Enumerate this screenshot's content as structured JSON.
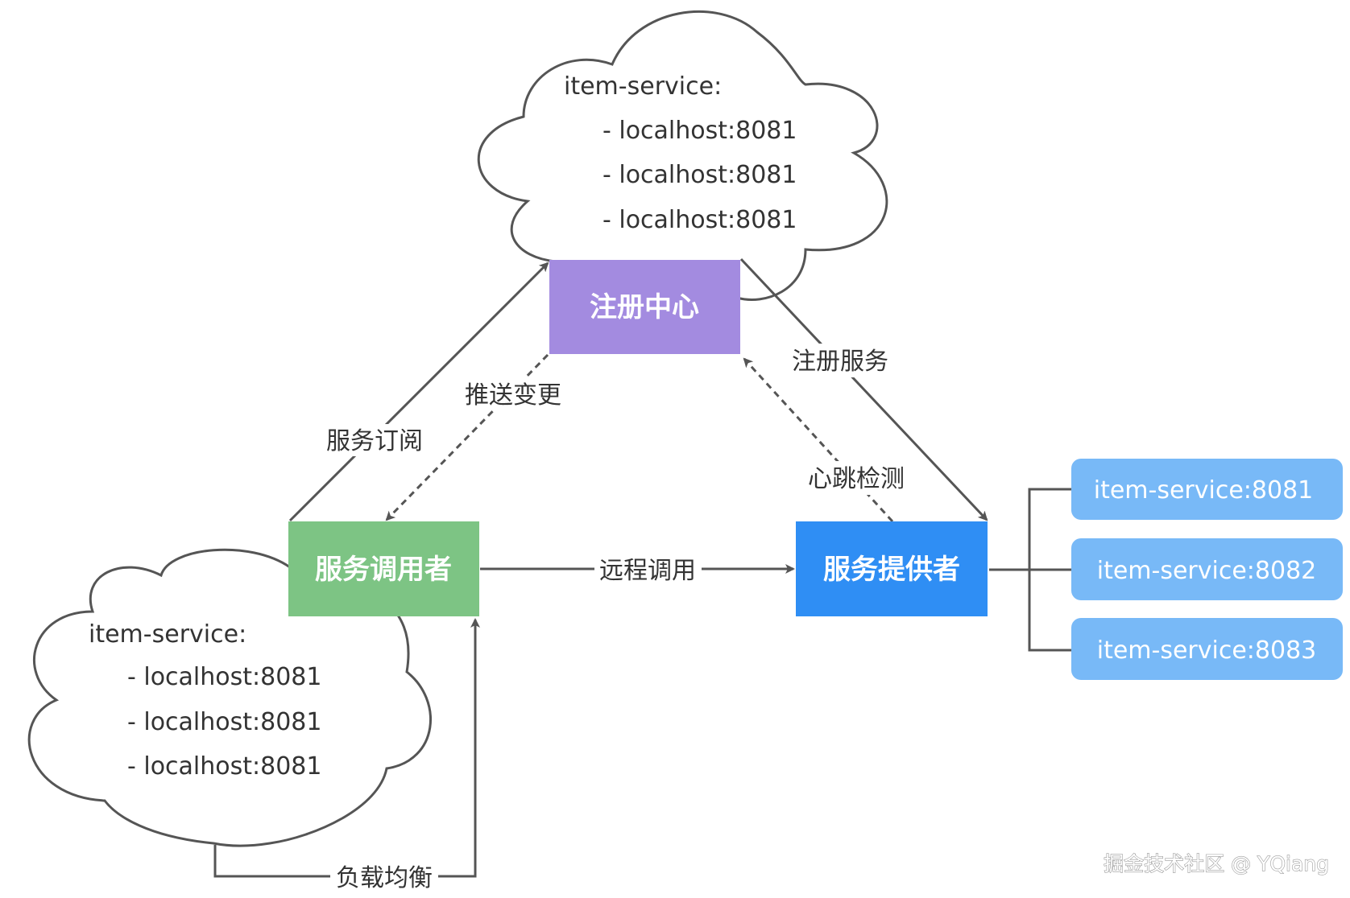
{
  "registry_cloud": {
    "service_name": "item-service:",
    "entries": [
      "- localhost:8081",
      "- localhost:8081",
      "- localhost:8081"
    ]
  },
  "consumer_cloud": {
    "service_name": "item-service:",
    "entries": [
      "- localhost:8081",
      "- localhost:8081",
      "- localhost:8081"
    ]
  },
  "nodes": {
    "registry": "注册中心",
    "consumer": "服务调用者",
    "provider": "服务提供者"
  },
  "edges": {
    "subscribe": "服务订阅",
    "push_change": "推送变更",
    "register": "注册服务",
    "heartbeat": "心跳检测",
    "remote_call": "远程调用",
    "load_balance": "负载均衡"
  },
  "instances": [
    "item-service:8081",
    "item-service:8082",
    "item-service:8083"
  ],
  "watermark": "掘金技术社区 @ YQiang",
  "colors": {
    "registry": "#a38be0",
    "consumer": "#7dc484",
    "provider": "#2f8ef4",
    "instance": "#78b9f7",
    "line": "#555555"
  }
}
